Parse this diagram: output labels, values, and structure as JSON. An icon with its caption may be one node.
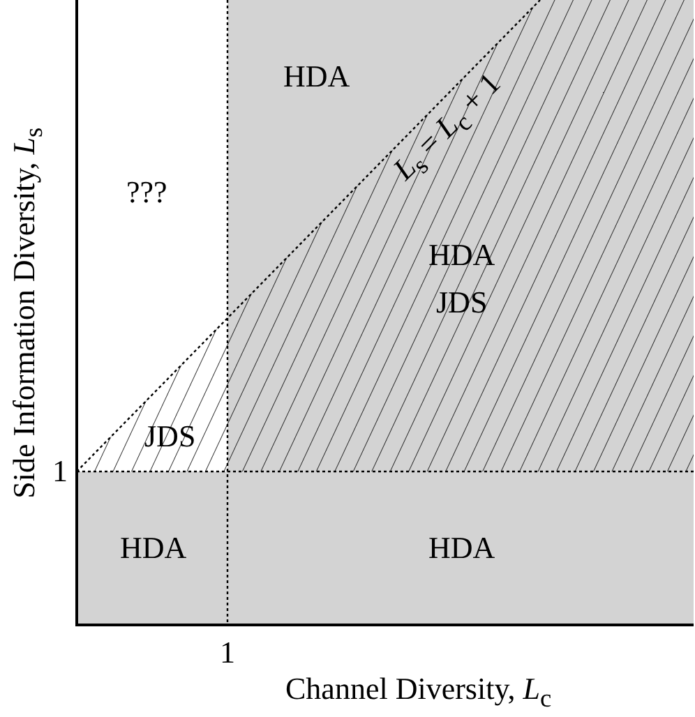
{
  "diagram": {
    "labels": [
      "HDA",
      "???",
      "HDA",
      "JDS",
      "*L*$_{s}$ = *L*$_{c}$ + 1",
      "JDS",
      "1",
      "HDA",
      "HDA",
      "1",
      "Channel Diversity, *L*$_{c}$",
      "Side Information Diversity, *L*$_{s}$"
    ]
  }
}
